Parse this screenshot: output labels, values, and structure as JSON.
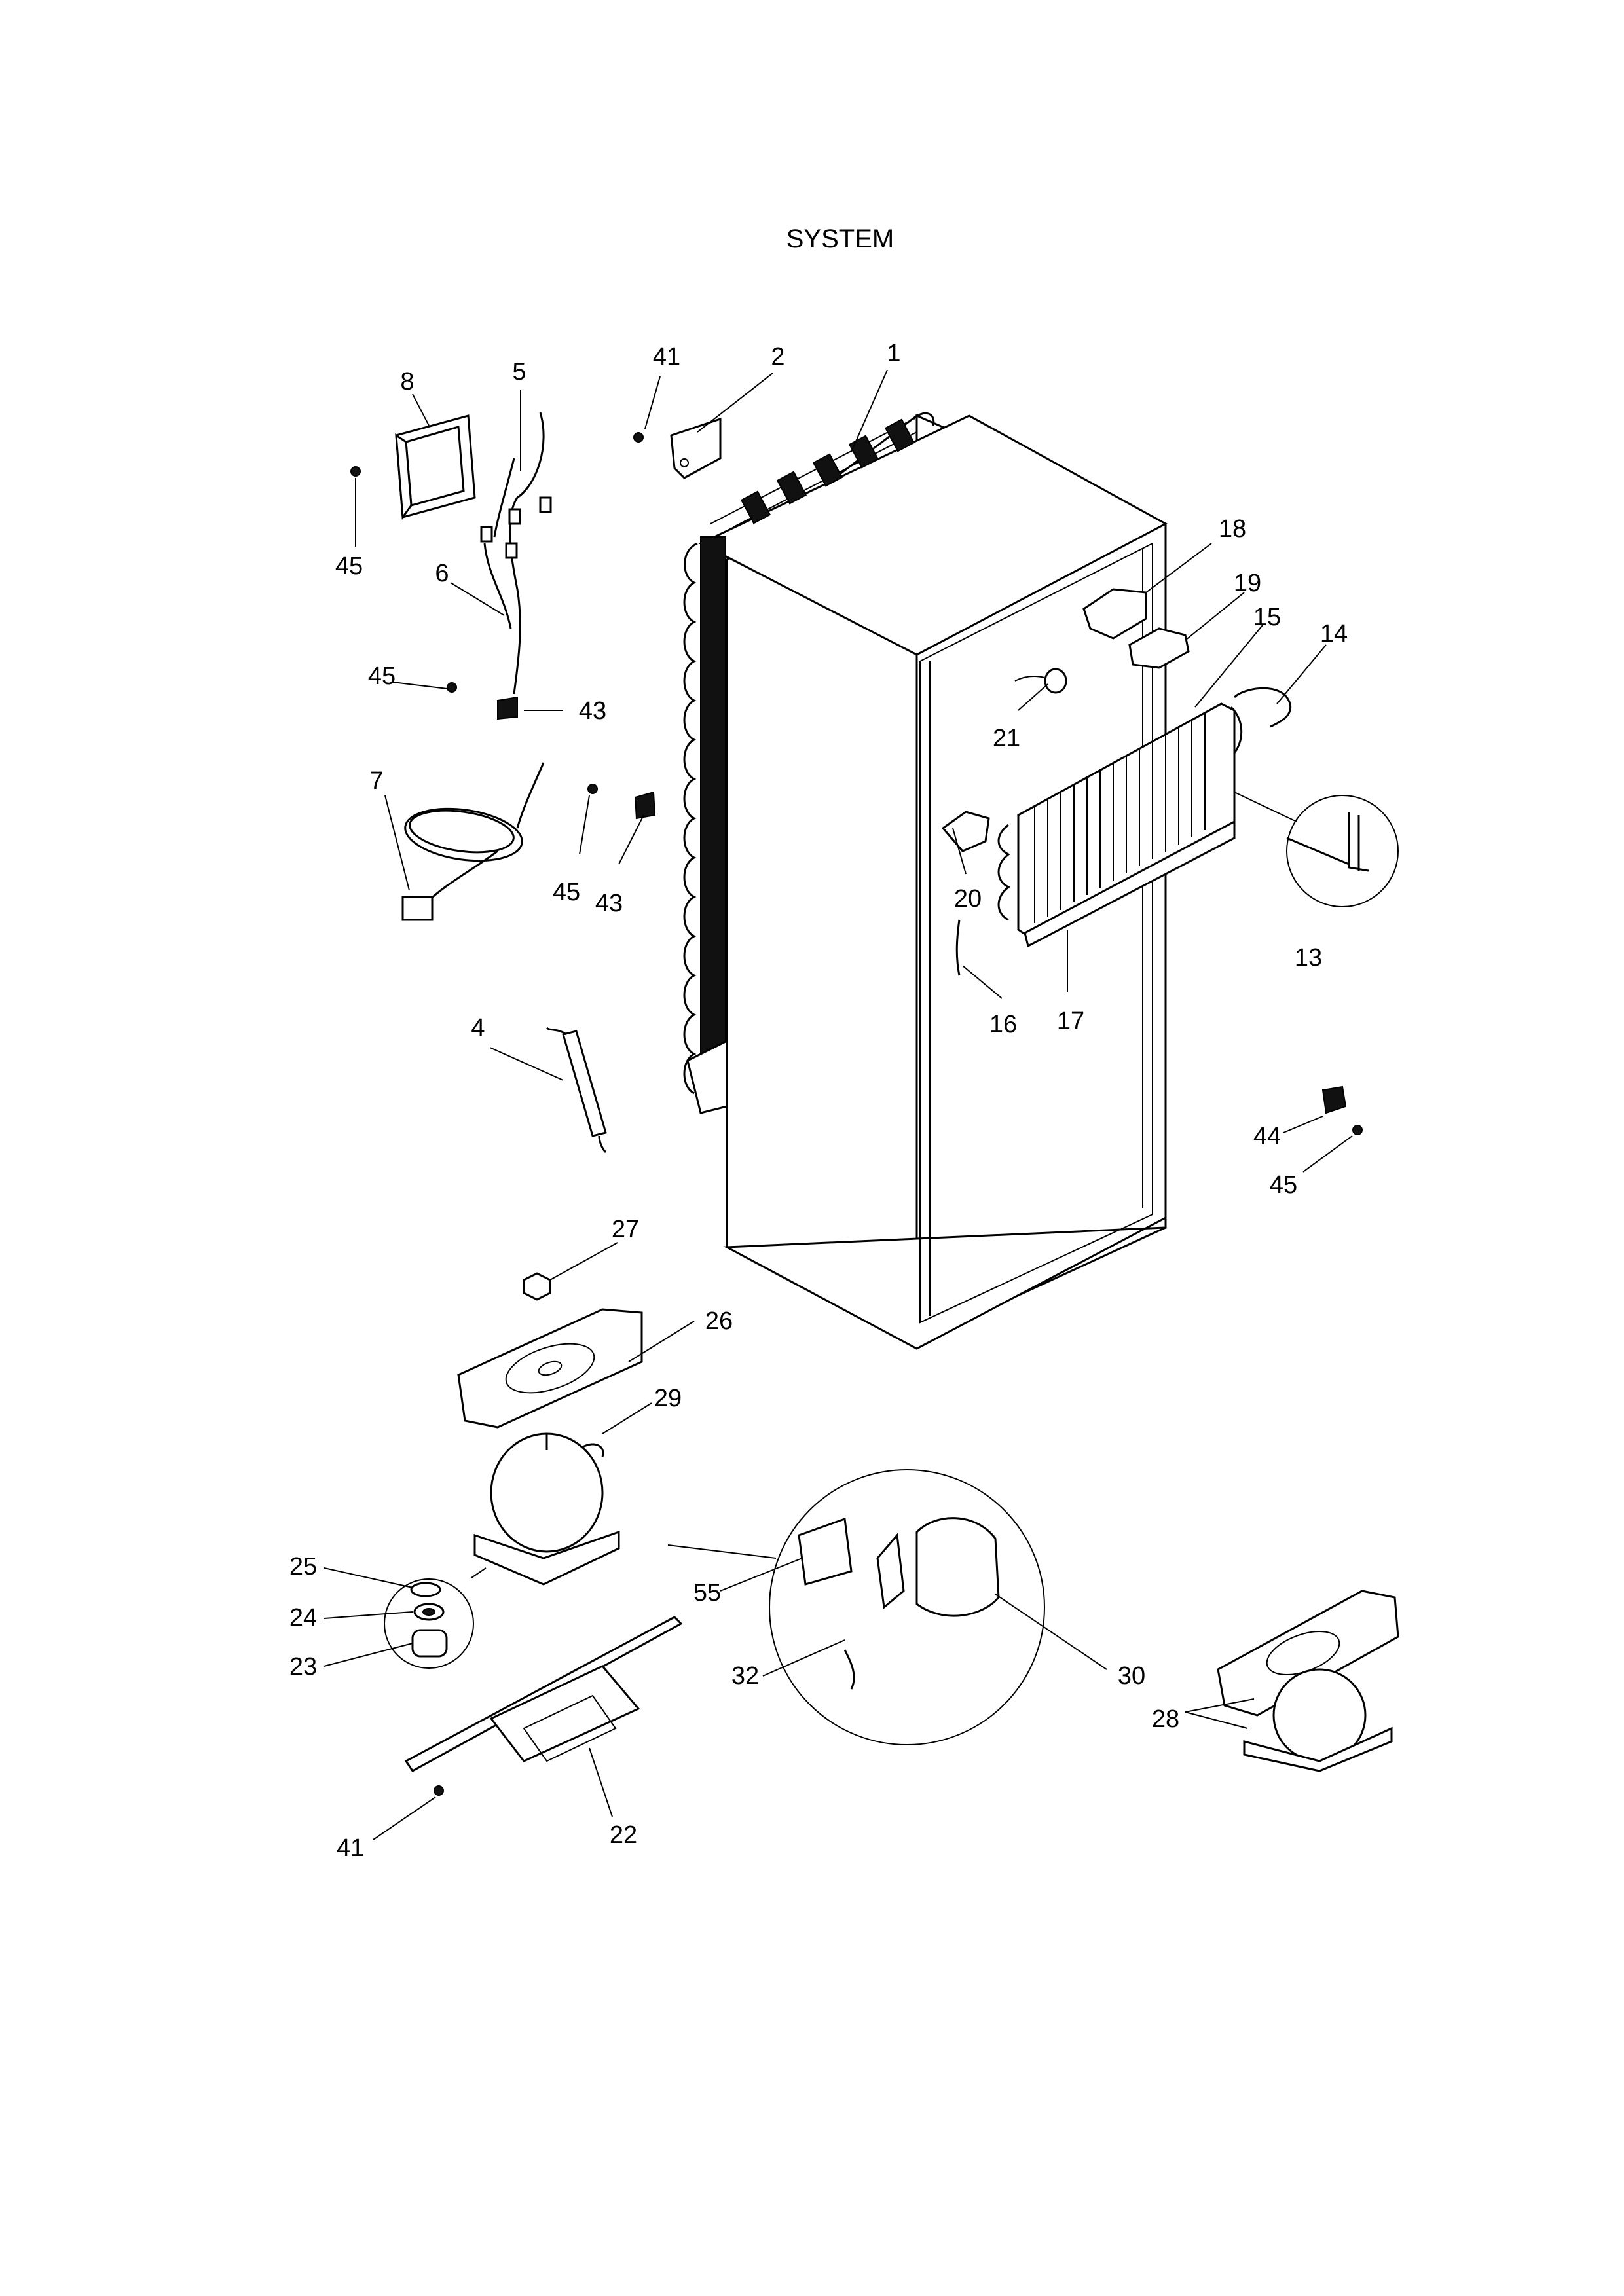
{
  "title": "SYSTEM",
  "callouts": {
    "c1": "1",
    "c2": "2",
    "c41a": "41",
    "c5": "5",
    "c8": "8",
    "c45a": "45",
    "c6": "6",
    "c45b": "45",
    "c43a": "43",
    "c7": "7",
    "c45c": "45",
    "c43b": "43",
    "c4": "4",
    "c18": "18",
    "c19": "19",
    "c15": "15",
    "c14": "14",
    "c21": "21",
    "c20": "20",
    "c13": "13",
    "c16": "16",
    "c17": "17",
    "c44": "44",
    "c45d": "45",
    "c27": "27",
    "c26": "26",
    "c29": "29",
    "c25": "25",
    "c24": "24",
    "c23": "23",
    "c55": "55",
    "c32": "32",
    "c30": "30",
    "c28": "28",
    "c22": "22",
    "c41b": "41"
  },
  "colors": {
    "ink": "#000000",
    "paper": "#ffffff"
  }
}
